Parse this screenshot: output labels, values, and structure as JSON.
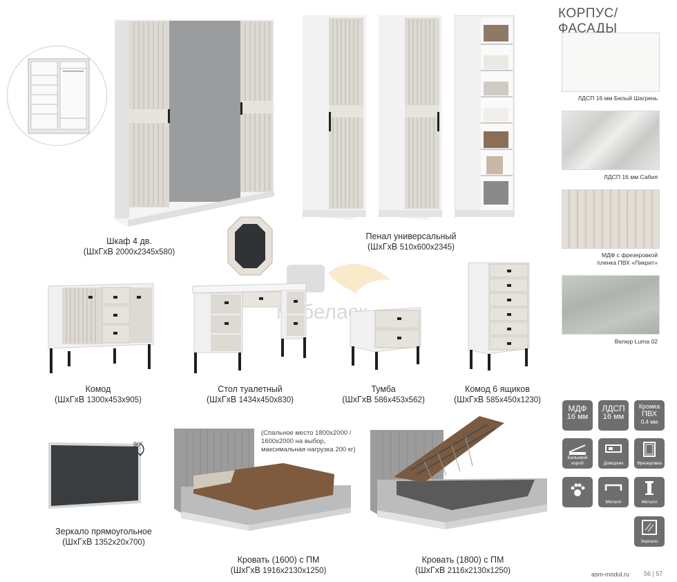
{
  "header": {
    "title": "КОРПУС/ФАСАДЫ"
  },
  "products": [
    {
      "name": "Шкаф 4 дв.",
      "dims_prefix": "(ШхГхВ ",
      "dims": "2000х2345х580)"
    },
    {
      "name": "Пенал универсальный",
      "dims_prefix": "(ШхГхВ ",
      "dims": "510х600х2345)"
    },
    {
      "name": "Комод",
      "dims_prefix": "(ШхГхВ ",
      "dims": "1300х453х905)"
    },
    {
      "name": "Стол туалетный",
      "dims_prefix": "(ШхГхВ ",
      "dims": "1434х450х830)"
    },
    {
      "name": "Тумба",
      "dims_prefix": "(ШхГхВ ",
      "dims": "586х453х562)"
    },
    {
      "name": "Комод 6 ящиков",
      "dims_prefix": "(ШхГхВ ",
      "dims": "585х450х1230)"
    },
    {
      "name": "Зеркало прямоугольное",
      "dims_prefix": "(ШхГхВ ",
      "dims": "1352х20х700)"
    },
    {
      "name": "Кровать (1600) с ПМ",
      "dims_prefix": "(ШхГхВ ",
      "dims": "1916х2130х1250)"
    },
    {
      "name": "Кровать (1800) с ПМ",
      "dims_prefix": "(ШхГхВ ",
      "dims": "2116х2130х1250)"
    }
  ],
  "bed_note": {
    "line1": "(Спальное место 1800х2000 /",
    "line2": "1600х2000 на выбор,",
    "line3": "максимальная нагрузка 200 кг)"
  },
  "mirror_rotation": "90°",
  "materials": [
    {
      "label": "ЛДСП 16 мм Белый Шагрень",
      "color": "#f7f7f5"
    },
    {
      "label": "ЛДСП 16 мм Сабия",
      "color": "#dcdcda"
    },
    {
      "label_line1": "МДФ с фрезеровкой",
      "label_line2": "пленка ПВХ «Пикрит»",
      "color": "#ddd8d0"
    },
    {
      "label": "Велюр Luma 02",
      "color": "#b7bcb6"
    }
  ],
  "badges": {
    "mdf": {
      "top": "МДФ",
      "bottom": "16 мм"
    },
    "ldsp": {
      "top": "ЛДСП",
      "bottom": "16 мм"
    },
    "edge": {
      "l1": "Кромка",
      "l2": "ПВХ",
      "l3": "0,4 мм"
    },
    "icons": [
      {
        "caption": "Бельевой короб",
        "icon": "linen-box-icon"
      },
      {
        "caption": "Доводчик",
        "icon": "door-closer-icon"
      },
      {
        "caption": "Фрезеровка",
        "icon": "milling-icon"
      },
      {
        "caption": "",
        "icon": "paw-icon"
      },
      {
        "caption": "Металл",
        "icon": "metal-handle-icon"
      },
      {
        "caption": "Металл",
        "icon": "metal-leg-icon"
      },
      {
        "caption": "Зеркало",
        "icon": "mirror-icon"
      }
    ]
  },
  "watermark": "мебеласк",
  "footer": {
    "site": "asm-modul.ru",
    "pages": "56 | 57"
  }
}
